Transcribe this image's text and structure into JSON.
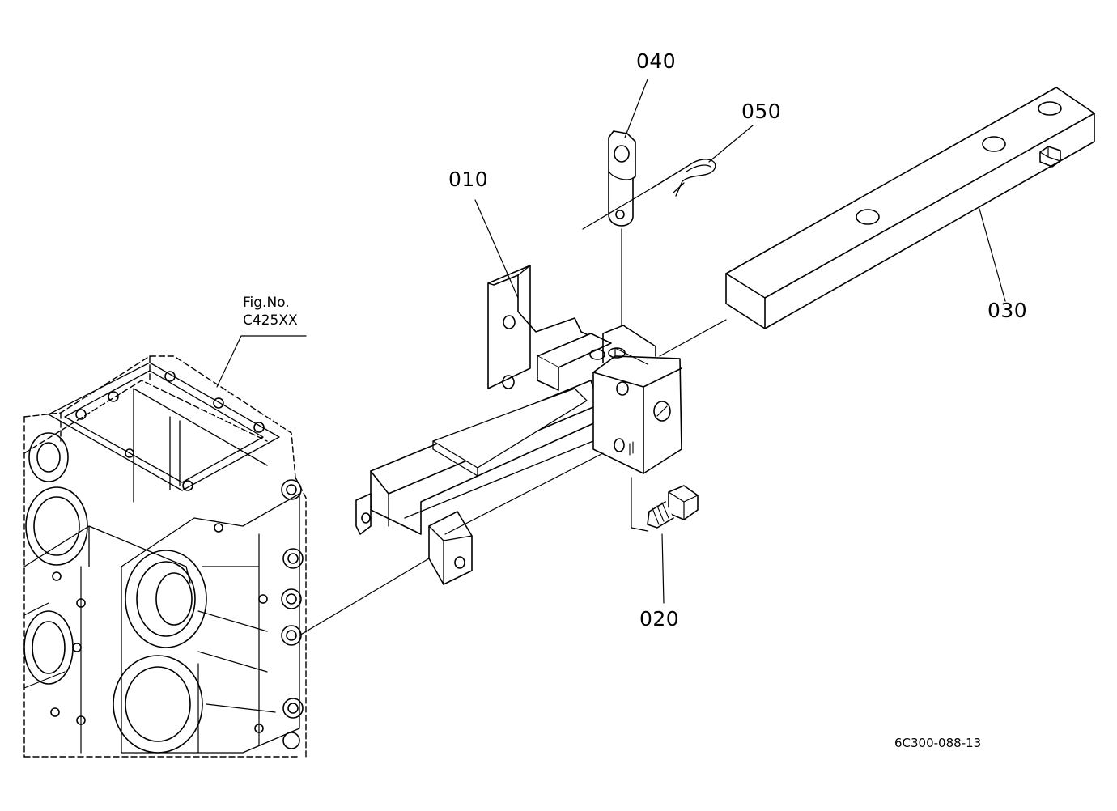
{
  "parts": [
    {
      "id": "010",
      "label": "010"
    },
    {
      "id": "020",
      "label": "020"
    },
    {
      "id": "030",
      "label": "030"
    },
    {
      "id": "040",
      "label": "040"
    },
    {
      "id": "050",
      "label": "050"
    }
  ],
  "reference": {
    "line1": "Fig.No.",
    "line2": "C425XX"
  },
  "diagram_code": "6C300-088-13"
}
